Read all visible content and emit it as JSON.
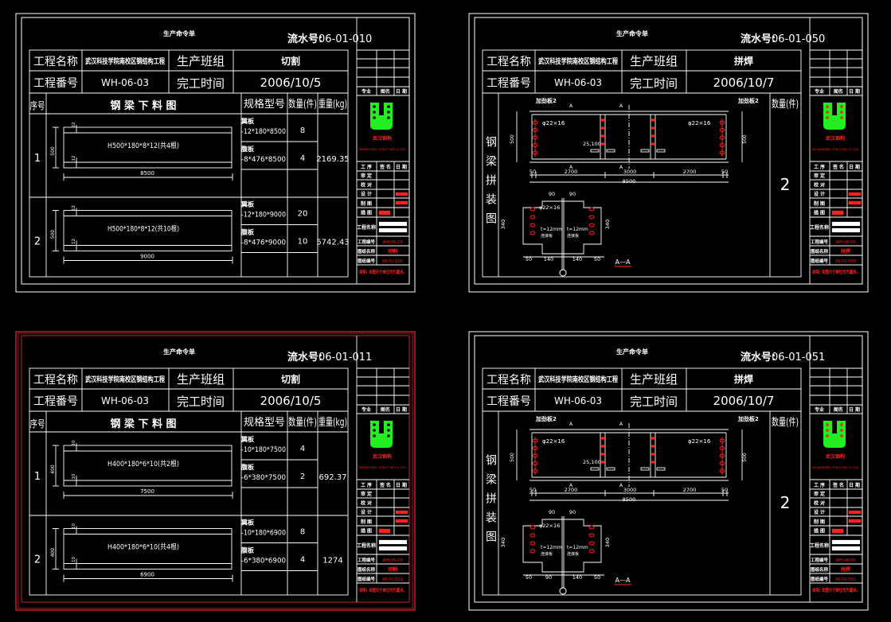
{
  "colors": {
    "background": "#000000",
    "line": "#ffffff",
    "red": "#ff2020",
    "green": "#22ee22",
    "selection": "#c8202a"
  },
  "common": {
    "title": "生产命令单",
    "serial_label": "流水号:",
    "project_name_label": "工程名称",
    "project_name": "武汉科技学院南校区钢结构工程",
    "team_label": "生产班组",
    "project_no_label": "工程番号",
    "project_no": "WH-06-03",
    "finish_label": "完工时间",
    "title_block": {
      "top_labels": [
        "专业",
        "图名",
        "日 期"
      ],
      "company": "武汉钢构",
      "company_en": "WUHAN STEEL STRUCTURE CO.,LTD",
      "sign_header": [
        "工 序",
        "签 名",
        "日 期"
      ],
      "sign_rows": [
        "审 定",
        "校 对",
        "设 计",
        "制 图",
        "描 图"
      ],
      "info_labels": [
        "工程名称",
        "工程编号",
        "图纸名称",
        "图纸编号"
      ],
      "note": "说明: 本图尺寸单位均为毫米。"
    }
  },
  "sheets": [
    {
      "type": "cut",
      "serial": "06-01-010",
      "team": "切割",
      "finish": "2006/10/5",
      "selected": false,
      "cols": [
        "序号",
        "钢 梁 下 料 图",
        "规格型号",
        "数量(件)",
        "重量(kg)"
      ],
      "rows": [
        {
          "no": "1",
          "beam": "H500*180*8*12(共4根)",
          "height": "500",
          "length": "8500",
          "t": "12",
          "specs": [
            {
              "name": "翼板",
              "size": "-12*180*8500",
              "qty": "8"
            },
            {
              "name": "腹板",
              "size": "-8*476*8500",
              "qty": "4"
            }
          ],
          "weight": "2169.35"
        },
        {
          "no": "2",
          "beam": "H500*180*8*12(共10根)",
          "height": "500",
          "length": "9000",
          "t": "12",
          "specs": [
            {
              "name": "翼板",
              "size": "-12*180*9000",
              "qty": "20"
            },
            {
              "name": "腹板",
              "size": "-8*476*9000",
              "qty": "10"
            }
          ],
          "weight": "5742.43"
        }
      ]
    },
    {
      "type": "assembly",
      "serial": "06-01-050",
      "team": "拼焊",
      "finish": "2006/10/7",
      "selected": false,
      "side_label": "钢梁拼装图",
      "qty_label": "数量(件)",
      "qty": "2",
      "stiffener_label": "加劲板2",
      "bolt": "φ22×16",
      "gap": "25,100",
      "height": "500",
      "dims": [
        "50",
        "2700",
        "3000",
        "2700",
        "50"
      ],
      "total": "8500",
      "section_label": "A—A",
      "section_mark": "A",
      "section_dims": [
        "90",
        "90",
        "140",
        "140",
        "50",
        "50",
        "340"
      ],
      "plate": "t=12mm",
      "plate_note": "连接板"
    },
    {
      "type": "cut",
      "serial": "06-01-011",
      "team": "切割",
      "finish": "2006/10/5",
      "selected": true,
      "cols": [
        "序号",
        "钢 梁 下 料 图",
        "规格型号",
        "数量(件)",
        "重量(kg)"
      ],
      "rows": [
        {
          "no": "1",
          "beam": "H400*180*6*10(共2根)",
          "height": "400",
          "length": "7500",
          "t": "10",
          "specs": [
            {
              "name": "翼板",
              "size": "-10*180*7500",
              "qty": "4"
            },
            {
              "name": "腹板",
              "size": "-6*380*7500",
              "qty": "2"
            }
          ],
          "weight": "692.37"
        },
        {
          "no": "2",
          "beam": "H400*180*6*10(共4根)",
          "height": "400",
          "length": "6900",
          "t": "10",
          "specs": [
            {
              "name": "翼板",
              "size": "-10*180*6900",
              "qty": "8"
            },
            {
              "name": "腹板",
              "size": "-6*380*6900",
              "qty": "4"
            }
          ],
          "weight": "1274"
        }
      ]
    },
    {
      "type": "assembly",
      "serial": "06-01-051",
      "team": "拼焊",
      "finish": "2006/10/7",
      "selected": false,
      "side_label": "钢梁拼装图",
      "qty_label": "数量(件)",
      "qty": "2",
      "stiffener_label": "加劲板2",
      "bolt": "φ22×16",
      "gap": "25,100",
      "height": "500",
      "dims": [
        "50",
        "2700",
        "3000",
        "2700",
        "50"
      ],
      "total": "8500",
      "section_label": "A—A",
      "section_mark": "A",
      "section_dims": [
        "90",
        "90",
        "90",
        "140",
        "50",
        "50",
        "340"
      ],
      "plate": "t=12mm",
      "plate_note": "连接板"
    }
  ]
}
